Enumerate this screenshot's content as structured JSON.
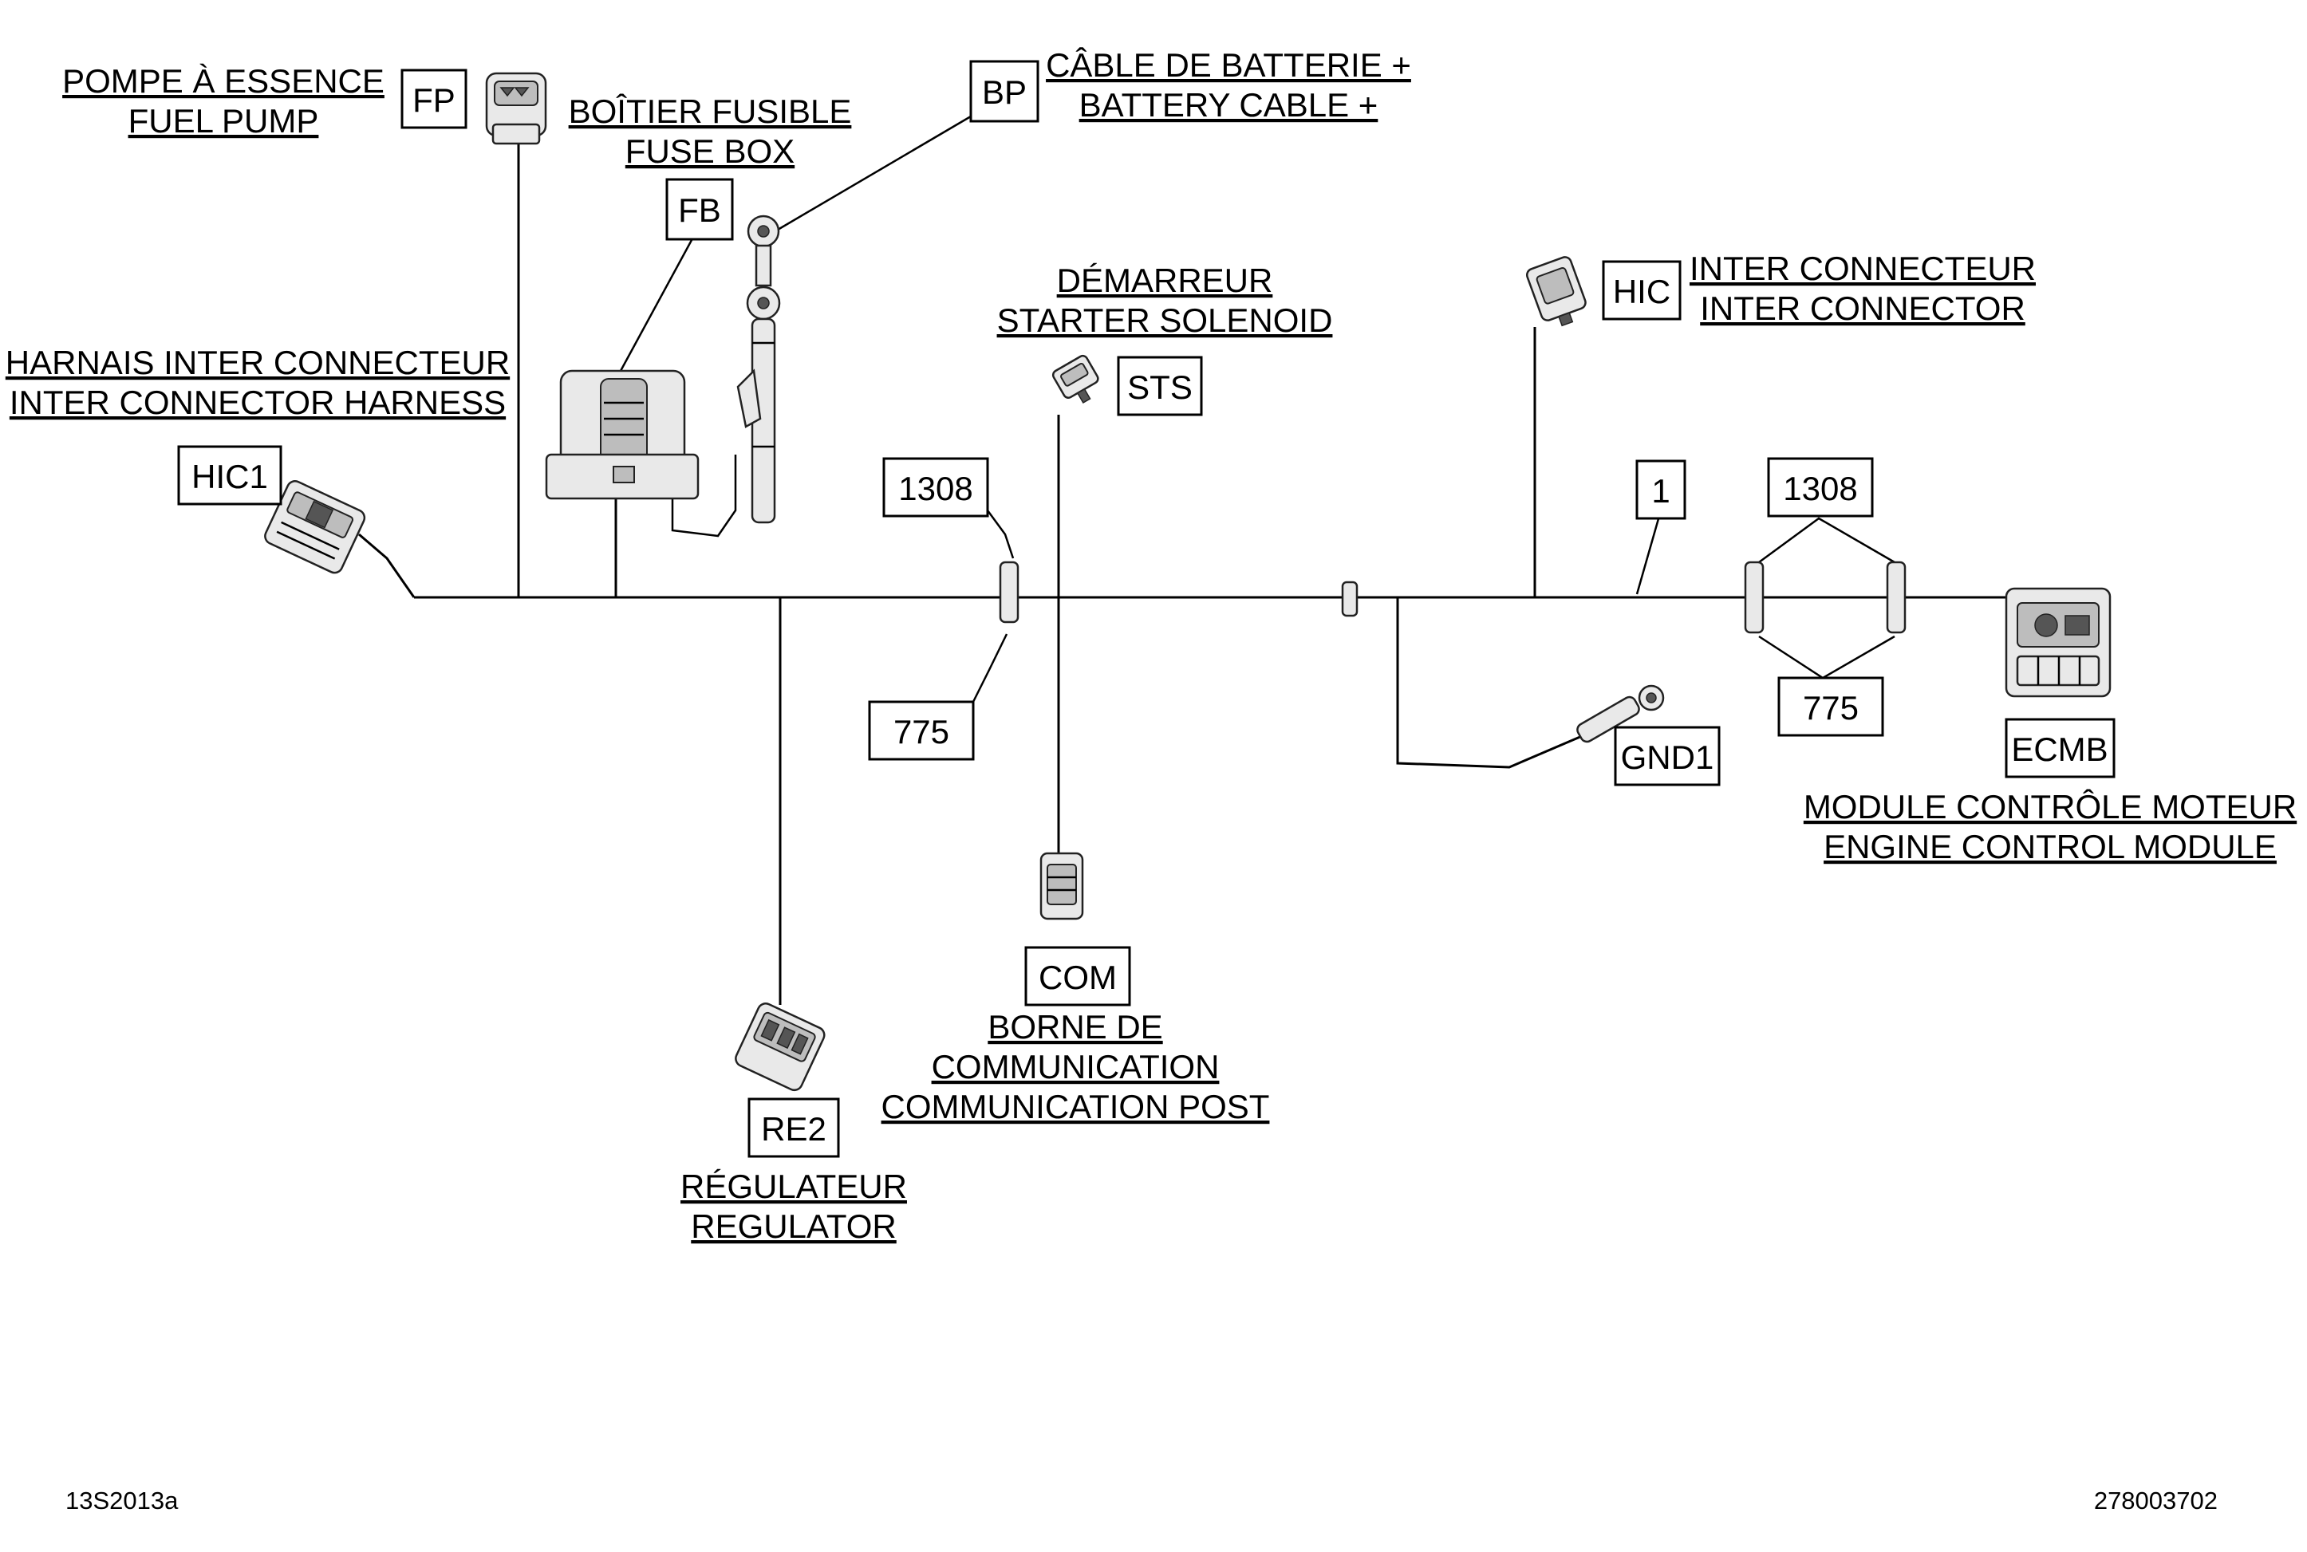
{
  "components": {
    "fuel_pump": {
      "code": "FP",
      "label_fr": "POMPE À ESSENCE",
      "label_en": "FUEL PUMP"
    },
    "fuse_box": {
      "code": "FB",
      "label_fr": "BOÎTIER FUSIBLE",
      "label_en": "FUSE BOX"
    },
    "battery_cable": {
      "code": "BP",
      "label_fr": "CÂBLE DE BATTERIE +",
      "label_en": "BATTERY CABLE +"
    },
    "starter_solenoid": {
      "code": "STS",
      "label_fr": "DÉMARREUR",
      "label_en": "STARTER SOLENOID"
    },
    "inter_connector": {
      "code": "HIC",
      "label_fr": "INTER CONNECTEUR",
      "label_en": "INTER CONNECTOR"
    },
    "inter_connector_harness": {
      "code": "HIC1",
      "label_fr": "HARNAIS INTER CONNECTEUR",
      "label_en": "INTER CONNECTOR HARNESS"
    },
    "engine_control_module": {
      "code": "ECMB",
      "label_fr": "MODULE CONTRÔLE MOTEUR",
      "label_en": "ENGINE CONTROL MODULE"
    },
    "ground": {
      "code": "GND1"
    },
    "communication_post": {
      "code": "COM",
      "label_fr_1": "BORNE DE",
      "label_fr_2": "COMMUNICATION",
      "label_en": "COMMUNICATION POST"
    },
    "regulator": {
      "code": "RE2",
      "label_fr": "RÉGULATEUR",
      "label_en": "REGULATOR"
    }
  },
  "callouts": {
    "part_1308_left": "1308",
    "part_775_left": "775",
    "part_1": "1",
    "part_1308_right": "1308",
    "part_775_right": "775"
  },
  "footer": {
    "illustration_id": "13S2013a",
    "part_number": "278003702"
  }
}
